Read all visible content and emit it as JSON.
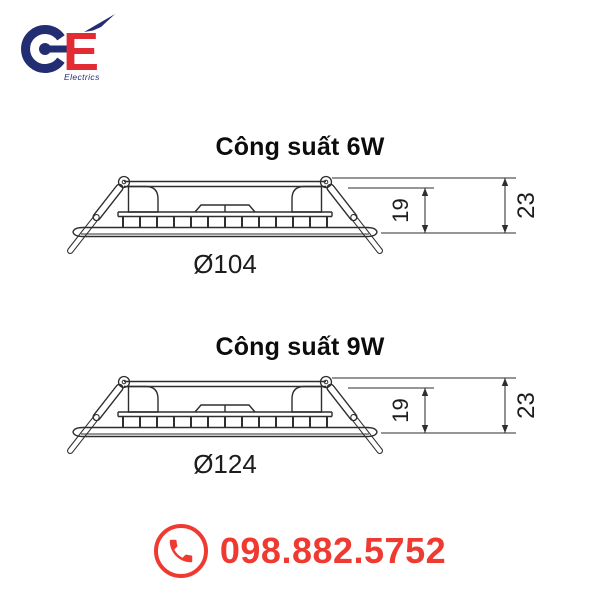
{
  "brand": {
    "monogram": "GE",
    "letter_e": "E",
    "tagline": "Electrics",
    "colors": {
      "navy": "#232e72",
      "red": "#e32b33"
    },
    "icons": [
      "g-ring-icon",
      "logo-arrow-icon"
    ]
  },
  "sections": [
    {
      "title": "Công suất 6W",
      "diameter": "Ø104",
      "recess_depth": "19",
      "total_height": "23"
    },
    {
      "title": "Công suất 9W",
      "diameter": "Ø124",
      "recess_depth": "19",
      "total_height": "23"
    }
  ],
  "contact": {
    "phone_number": "098.882.5752",
    "icon": "phone-handset-icon",
    "accent_color": "#ef3a32"
  },
  "drawing_style": {
    "line_color": "#2e2e2e",
    "background": "#ffffff"
  }
}
